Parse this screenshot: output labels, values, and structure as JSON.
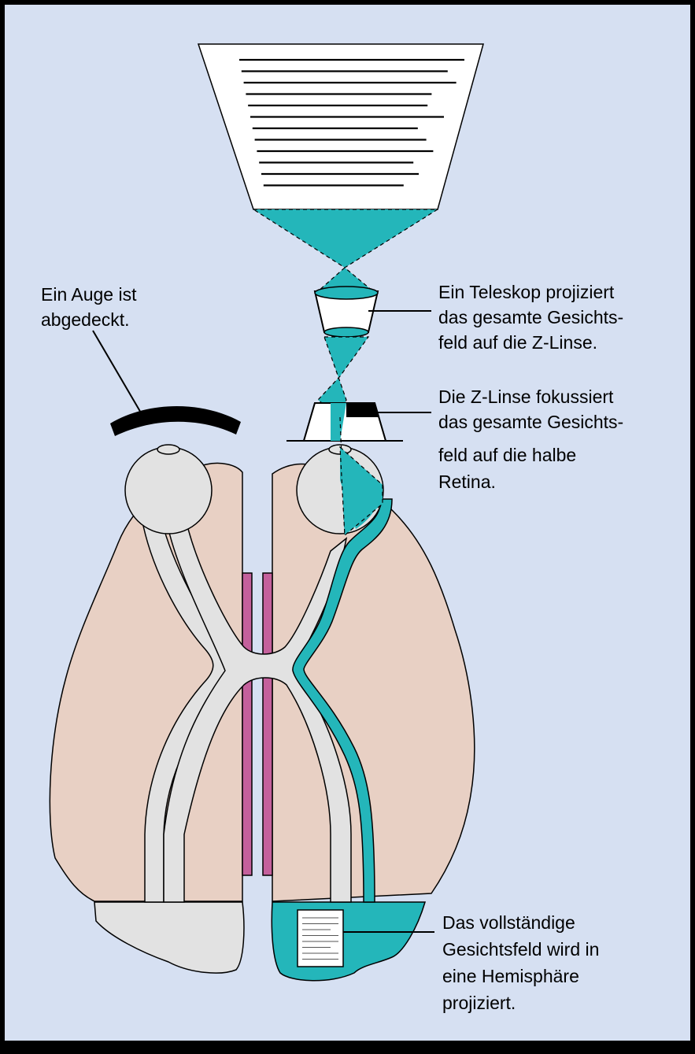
{
  "labels": {
    "covered_eye": [
      "Ein Auge ist",
      "abgedeckt."
    ],
    "telescope": [
      "Ein Teleskop projiziert",
      "das gesamte Gesichts-",
      "feld auf die Z-Linse."
    ],
    "z_lens": [
      "Die Z-Linse fokussiert",
      "das gesamte Gesichts-",
      "feld auf die halbe",
      "Retina."
    ],
    "hemisphere": [
      "Das vollständige",
      "Gesichtsfeld wird in",
      "eine Hemisphäre",
      "projiziert."
    ]
  },
  "colors": {
    "background": "#d6e0f2",
    "brain": "#e8d0c4",
    "optic_pathway": "#e2e2e2",
    "projection": "#24b6ba",
    "corpus_callosum": "#c4609c",
    "outline": "#000000"
  },
  "page_text_lines": 12,
  "mini_page_text_lines": 8
}
